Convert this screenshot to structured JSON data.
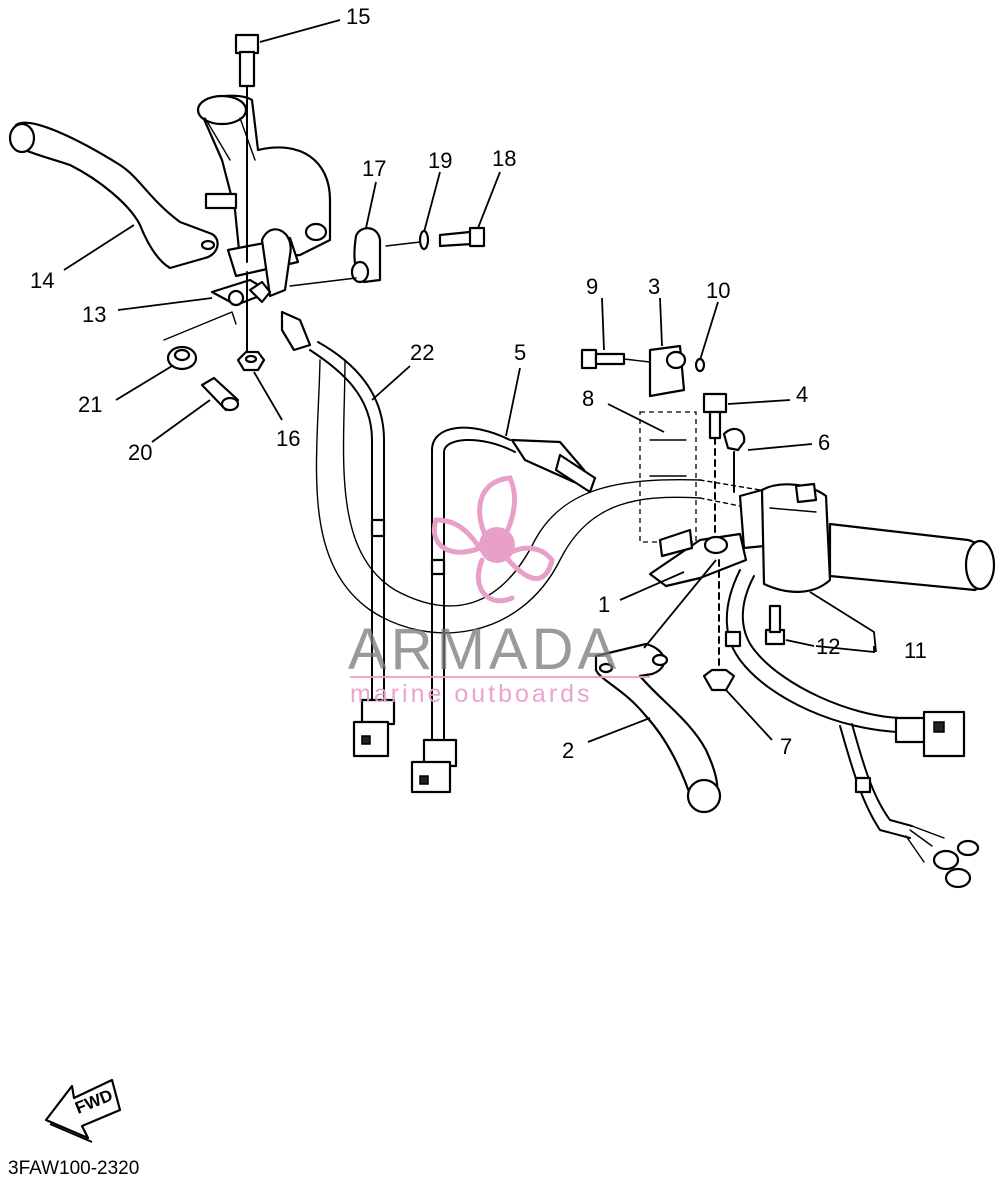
{
  "callouts": [
    {
      "id": "15",
      "label": "15"
    },
    {
      "id": "17",
      "label": "17"
    },
    {
      "id": "19",
      "label": "19"
    },
    {
      "id": "18",
      "label": "18"
    },
    {
      "id": "14",
      "label": "14"
    },
    {
      "id": "13",
      "label": "13"
    },
    {
      "id": "21",
      "label": "21"
    },
    {
      "id": "20",
      "label": "20"
    },
    {
      "id": "16",
      "label": "16"
    },
    {
      "id": "22",
      "label": "22"
    },
    {
      "id": "5",
      "label": "5"
    },
    {
      "id": "9",
      "label": "9"
    },
    {
      "id": "3",
      "label": "3"
    },
    {
      "id": "10",
      "label": "10"
    },
    {
      "id": "8",
      "label": "8"
    },
    {
      "id": "4",
      "label": "4"
    },
    {
      "id": "6",
      "label": "6"
    },
    {
      "id": "1",
      "label": "1"
    },
    {
      "id": "12",
      "label": "12"
    },
    {
      "id": "11",
      "label": "11"
    },
    {
      "id": "2",
      "label": "2"
    },
    {
      "id": "7",
      "label": "7"
    }
  ],
  "watermark": {
    "brand": "ARMADA",
    "tagline": "marine outboards",
    "color": "#e8a0c8"
  },
  "fwd_label": "FWD",
  "diagram_code": "3FAW100-2320"
}
